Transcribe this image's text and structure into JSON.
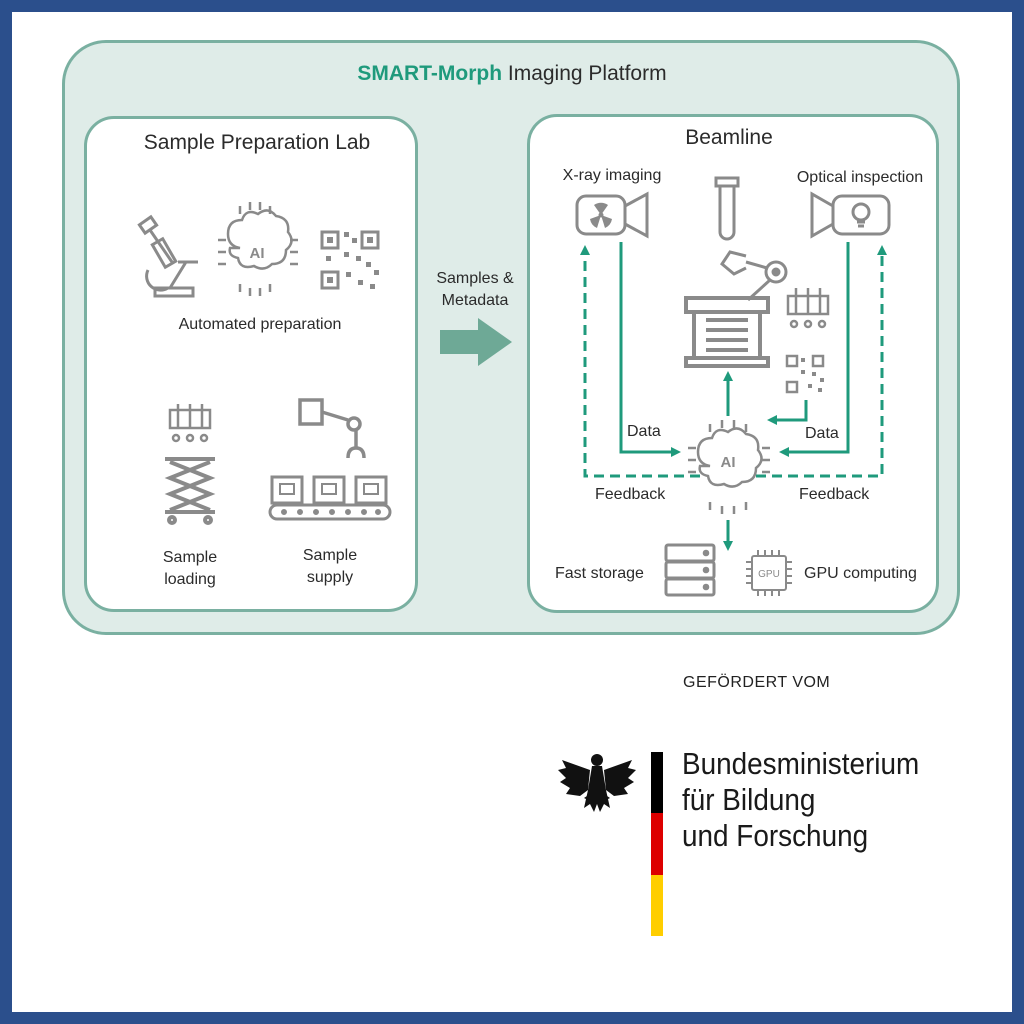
{
  "diagram": {
    "title_brand": "SMART-Morph",
    "title_rest": " Imaging Platform",
    "sample_lab": {
      "title": "Sample Preparation Lab",
      "automated_preparation": "Automated preparation",
      "sample_loading_line1": "Sample",
      "sample_loading_line2": "loading",
      "sample_supply_line1": "Sample",
      "sample_supply_line2": "supply",
      "ai_label": "AI"
    },
    "transfer": {
      "line1": "Samples &",
      "line2": "Metadata"
    },
    "beamline": {
      "title": "Beamline",
      "xray_imaging": "X-ray imaging",
      "optical_inspection": "Optical inspection",
      "data_left": "Data",
      "data_right": "Data",
      "feedback_left": "Feedback",
      "feedback_right": "Feedback",
      "fast_storage": "Fast storage",
      "gpu_computing": "GPU computing",
      "ai_label": "AI",
      "gpu_chip_label": "GPU"
    }
  },
  "funding": {
    "supported_by": "GEFÖRDERT VOM",
    "ministry_line1": "Bundesministerium",
    "ministry_line2": "für Bildung",
    "ministry_line3": "und Forschung"
  },
  "colors": {
    "frame": "#2b4f8c",
    "platform_bg": "#dfece8",
    "panel_border": "#7ab0a1",
    "accent_teal": "#1f9a7c",
    "icon_gray": "#8a8a8a",
    "flag_black": "#000000",
    "flag_red": "#dd0000",
    "flag_gold": "#ffce00"
  }
}
